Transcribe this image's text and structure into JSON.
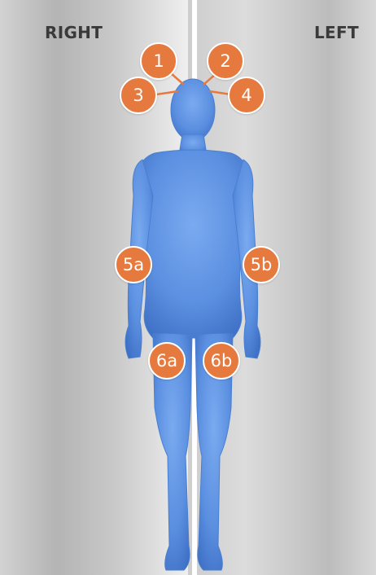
{
  "labels": {
    "right": "RIGHT",
    "left": "LEFT"
  },
  "markers": [
    {
      "id": "1",
      "label": "1"
    },
    {
      "id": "2",
      "label": "2"
    },
    {
      "id": "3",
      "label": "3"
    },
    {
      "id": "4",
      "label": "4"
    },
    {
      "id": "5a",
      "label": "5a"
    },
    {
      "id": "5b",
      "label": "5b"
    },
    {
      "id": "6a",
      "label": "6a"
    },
    {
      "id": "6b",
      "label": "6b"
    }
  ],
  "colors": {
    "marker": "#e67a3e",
    "body": "#5b8fe0",
    "background": "#c4c4c4"
  }
}
